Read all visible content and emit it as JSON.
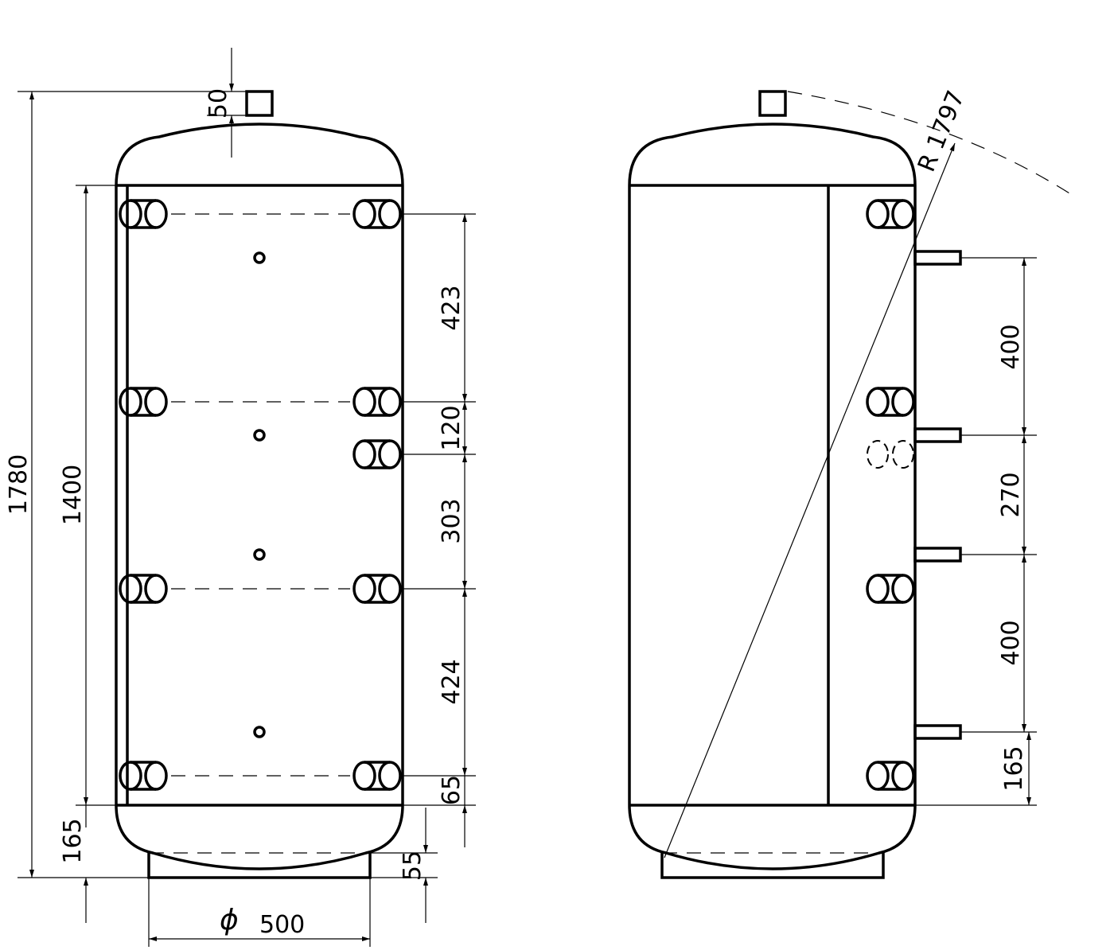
{
  "drawing": {
    "front_view": {
      "dims": {
        "top_pipe": "50",
        "total_height": "1780",
        "body_height": "1400",
        "bottom": "165",
        "d1": "423",
        "d2": "120",
        "d3": "303",
        "d4": "424",
        "d5": "65",
        "foot": "55",
        "diameter_symbol": "ϕ",
        "diameter": "500"
      }
    },
    "side_view": {
      "dims": {
        "radius": "R 1797",
        "s1": "400",
        "s2": "270",
        "s3": "400",
        "s4": "165"
      }
    }
  }
}
